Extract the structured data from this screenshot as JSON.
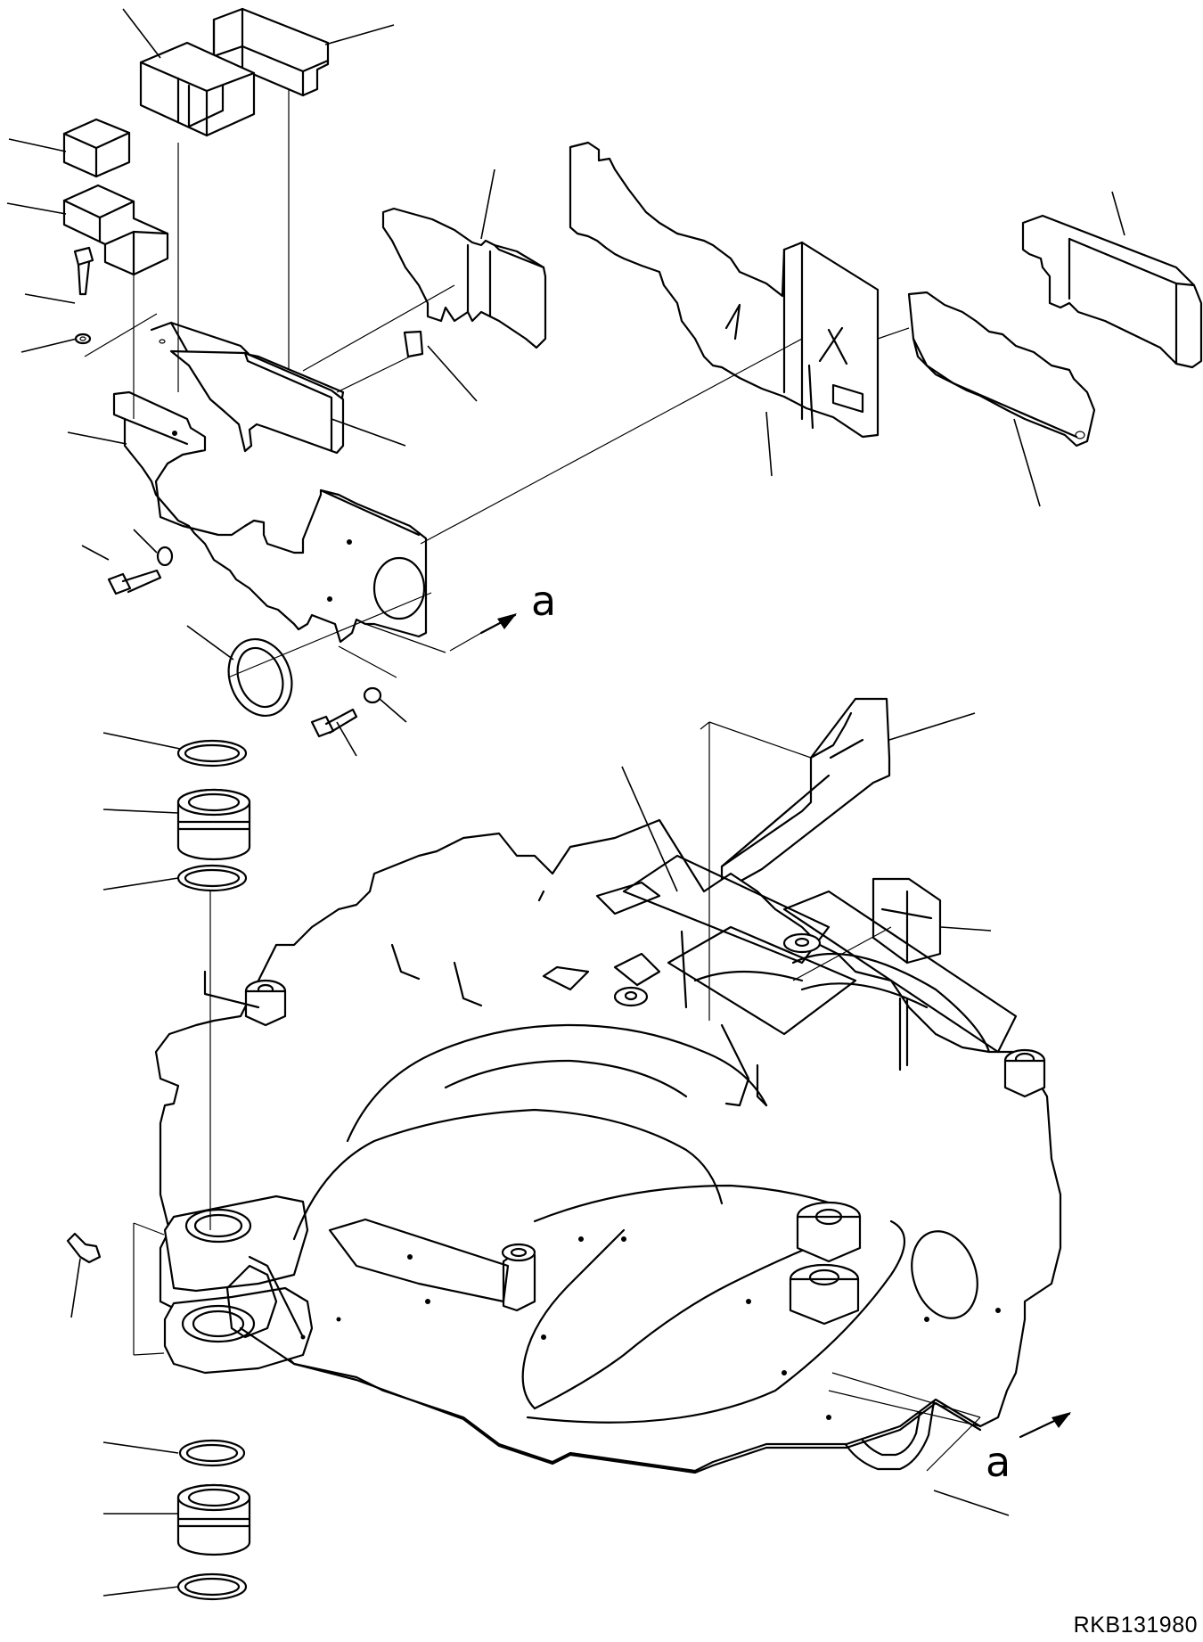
{
  "drawing": {
    "drawing_number": "RKB131980",
    "section_letters": [
      "a",
      "a"
    ]
  }
}
